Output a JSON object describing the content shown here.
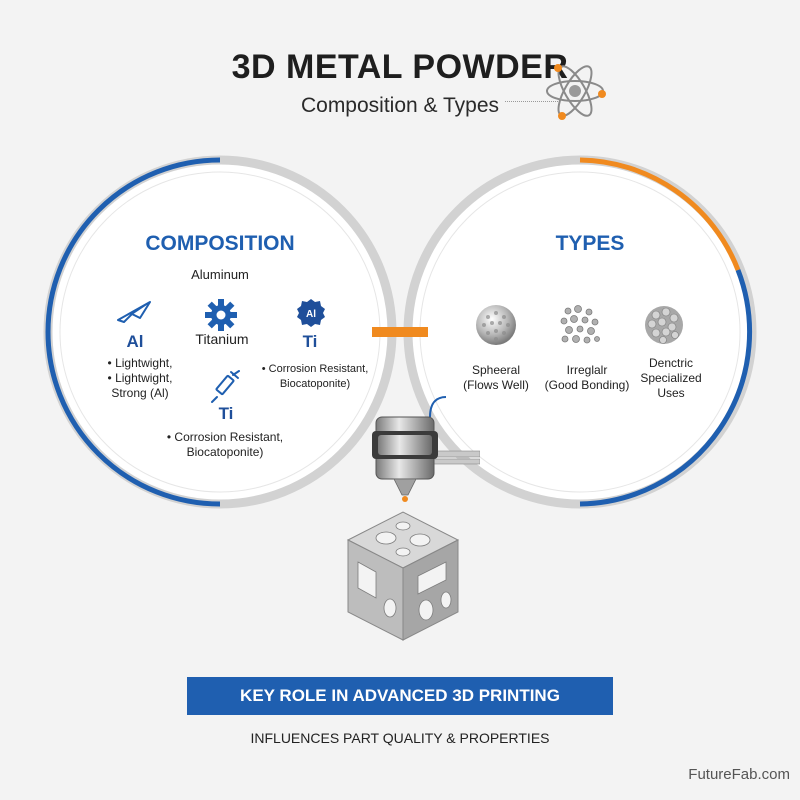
{
  "header": {
    "title": "3D METAL POWDER",
    "subtitle": "Composition & Types"
  },
  "composition": {
    "title": "COMPOSITION",
    "aluminum_label": "Aluminum",
    "al_symbol": "Al",
    "titanium_label": "Titanium",
    "ti_symbol": "Ti",
    "ti_badge_text": "Al",
    "al_desc": [
      "• Lightwight,",
      "• Lightwight,",
      "Strong (Al)"
    ],
    "ti_desc_1": [
      "• Corrosion Resistant,",
      "Biocatoponite)"
    ],
    "ti_symbol_2": "Ti",
    "ti_desc_2": [
      "• Corrosion Resistant,",
      "Biocatoponite)"
    ]
  },
  "types": {
    "title": "TYPES",
    "items": [
      {
        "name": "Spheeral",
        "note": "(Flows Well)"
      },
      {
        "name": "Irreglalr",
        "note": "(Good Bonding)"
      },
      {
        "name": "Denctric",
        "note": "Specialized",
        "note2": "Uses"
      }
    ]
  },
  "banner": {
    "title": "KEY ROLE IN ADVANCED 3D PRINTING",
    "subtitle": "INFLUENCES PART QUALITY & PROPERTIES"
  },
  "brand": "FutureFab.com",
  "colors": {
    "accent_blue": "#1f5fb0",
    "accent_orange": "#f08a1f",
    "ring_gray": "#c8c8c8",
    "background": "#f3f3f3"
  },
  "icons": [
    "atom-icon",
    "airplane-icon",
    "gear-icon",
    "ti-badge-icon",
    "syringe-icon",
    "spherical-powder-icon",
    "irregular-powder-icon",
    "dendritic-powder-icon",
    "nozzle-icon",
    "lattice-cube-icon"
  ]
}
